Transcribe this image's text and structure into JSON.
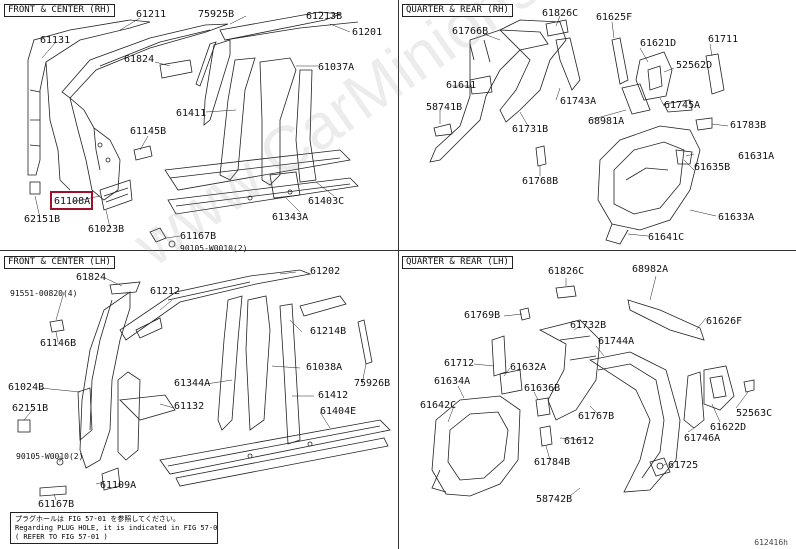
{
  "sections": {
    "front_rh": "FRONT & CENTER (RH)",
    "front_lh": "FRONT & CENTER (LH)",
    "quarter_rh": "QUARTER & REAR (RH)",
    "quarter_lh": "QUARTER & REAR (LH)"
  },
  "labels": {
    "p61131": "61131",
    "p61211": "61211",
    "p75925B": "75925B",
    "p61213B": "61213B",
    "p61201": "61201",
    "p61824a": "61824",
    "p61037A": "61037A",
    "p61411": "61411",
    "p61145B": "61145B",
    "p61108A": "61108A",
    "p62151Ba": "62151B",
    "p61023B": "61023B",
    "p61343A": "61343A",
    "p61403C": "61403C",
    "p61167Ba": "61167B",
    "p90105a": "90105-W0010(2)",
    "p61824b": "61824",
    "p61202": "61202",
    "p91551": "91551-00820(4)",
    "p61212": "61212",
    "p61214B": "61214B",
    "p61146B": "61146B",
    "p61024B": "61024B",
    "p61344A": "61344A",
    "p61038A": "61038A",
    "p62151Bb": "62151B",
    "p61132": "61132",
    "p61412": "61412",
    "p75926B": "75926B",
    "p61404E": "61404E",
    "p90105b": "90105-W0010(2)",
    "p61109A": "61109A",
    "p61167Bb": "61167B",
    "p61766B": "61766B",
    "p61826Ca": "61826C",
    "p61625F": "61625F",
    "p61711": "61711",
    "p61621D": "61621D",
    "p52562D": "52562D",
    "p61611": "61611",
    "p61743A": "61743A",
    "p58741B": "58741B",
    "p61745A": "61745A",
    "p68981A": "68981A",
    "p61731B": "61731B",
    "p61783B": "61783B",
    "p61631A": "61631A",
    "p61635B": "61635B",
    "p61768B": "61768B",
    "p61633A": "61633A",
    "p61641C": "61641C",
    "p61826Cb": "61826C",
    "p68982A": "68982A",
    "p61769B": "61769B",
    "p61732B": "61732B",
    "p61626F": "61626F",
    "p61744A": "61744A",
    "p61712": "61712",
    "p61632A": "61632A",
    "p61634A": "61634A",
    "p61636B": "61636B",
    "p52563C": "52563C",
    "p61642C": "61642C",
    "p61767B": "61767B",
    "p61622D": "61622D",
    "p61746A": "61746A",
    "p61612": "61612",
    "p61784B": "61784B",
    "p61725": "61725",
    "p58742B": "58742B"
  },
  "note": {
    "line1": "プラグホールは FIG 57-01 を参照してください。",
    "line2": "Regarding PLUG HOLE, it is indicated in FIG 57-0",
    "line3": "( REFER TO FIG 57-01 )"
  },
  "watermark": "www.CarMinions.ru",
  "figure_number": "612416h"
}
